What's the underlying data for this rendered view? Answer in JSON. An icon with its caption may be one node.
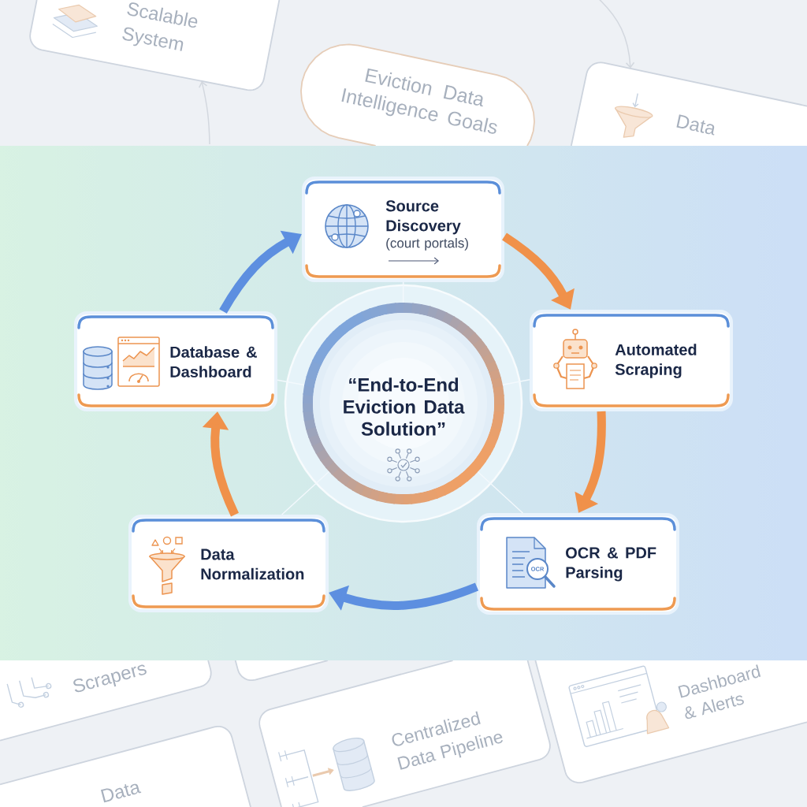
{
  "diagram": {
    "nodes": [
      {
        "text": [
          "Scalable System"
        ]
      },
      {
        "text": [
          "Eviction Data Intelligence Goals"
        ]
      },
      {
        "text": [
          "Data"
        ]
      },
      {
        "text": [
          "Source Discovery",
          "(court portals)"
        ]
      },
      {
        "text": [
          "Database & Dashboard"
        ]
      },
      {
        "text": [
          "“End-to-End Eviction Data Solution”"
        ]
      },
      {
        "text": [
          "Automated Scraping"
        ]
      },
      {
        "text": [
          "Data Normalization"
        ]
      },
      {
        "text": [
          "OCR & PDF Parsing"
        ]
      },
      {
        "text": [
          "Scrapers"
        ]
      },
      {
        "text": [],
        "shape": "box"
      },
      {
        "text": [
          "Dashboard & Alerts"
        ]
      },
      {
        "text": [
          "Centralized Data Pipeline"
        ]
      },
      {
        "text": [
          "Data"
        ]
      }
    ],
    "edges": [
      {
        "from": 3,
        "to": 6,
        "arrow": "to",
        "style": "thick",
        "color": "#f0914a"
      },
      {
        "from": 6,
        "to": 8,
        "arrow": "to",
        "style": "thick",
        "color": "#f0914a"
      },
      {
        "from": 8,
        "to": 7,
        "arrow": "to",
        "style": "thick",
        "color": "#5d8fe0"
      },
      {
        "from": 7,
        "to": 4,
        "arrow": "to",
        "style": "thick",
        "color": "#f0914a"
      },
      {
        "from": 4,
        "to": 3,
        "arrow": "to",
        "style": "thick",
        "color": "#5d8fe0"
      },
      {
        "from": 5,
        "to": 3,
        "arrow": "none"
      },
      {
        "from": 5,
        "to": 6,
        "arrow": "none"
      },
      {
        "from": 5,
        "to": 8,
        "arrow": "none"
      },
      {
        "from": 5,
        "to": 7,
        "arrow": "none"
      },
      {
        "from": 5,
        "to": 4,
        "arrow": "none"
      },
      {
        "from": null,
        "to": 0,
        "arrow": "to",
        "color": "#d3d8df"
      },
      {
        "from": null,
        "to": 2,
        "arrow": "to",
        "color": "#d3d8df"
      }
    ],
    "labels": [
      "OCR"
    ]
  }
}
